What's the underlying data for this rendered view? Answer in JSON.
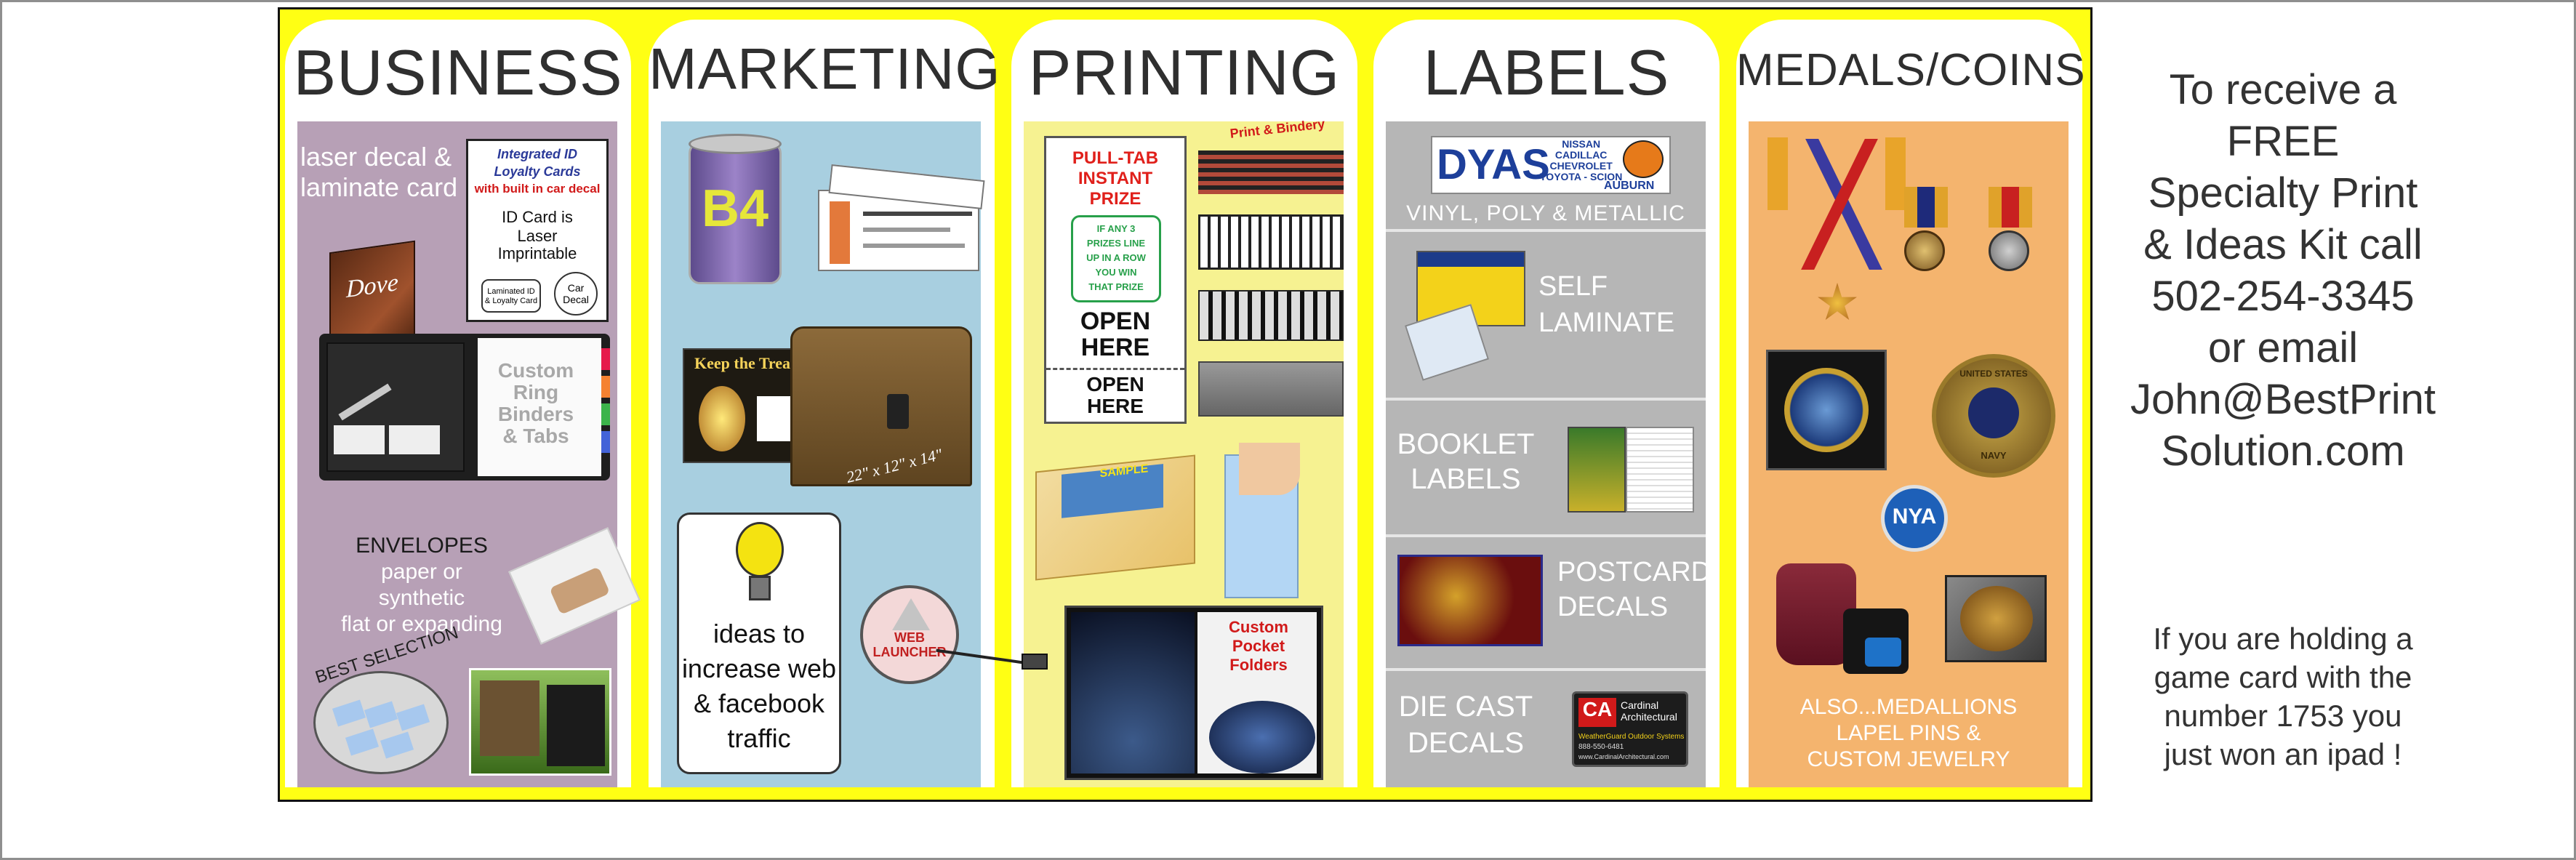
{
  "columns": [
    {
      "title": "BUSINESS"
    },
    {
      "title": "MARKETING"
    },
    {
      "title": "PRINTING"
    },
    {
      "title": "LABELS"
    },
    {
      "title": "MEDALS/COINS"
    }
  ],
  "business": {
    "laser_line1": "laser decal &",
    "laser_line2": "laminate card",
    "id_card": {
      "line1": "Integrated ID",
      "line2": "Loyalty Cards",
      "line3": "with built in car decal",
      "line4": "ID Card is",
      "line5": "Laser",
      "line6": "Imprintable",
      "chip1_line1": "Laminated ID",
      "chip1_line2": "& Loyalty Card",
      "chip2_line1": "Car",
      "chip2_line2": "Decal"
    },
    "dove_label": "Dove",
    "binder_lines": [
      "Custom",
      "Ring",
      "Binders",
      "& Tabs"
    ],
    "envelopes": [
      "ENVELOPES",
      "paper or",
      "synthetic",
      "flat or expanding"
    ],
    "best_selection": "BEST SELECTION"
  },
  "marketing": {
    "can_label": "B4",
    "box_title": "Keep the Treasure",
    "chest_dims": "22\" x 12\" x 14\"",
    "ideas_lines": [
      "ideas to",
      "increase web",
      "& facebook",
      "traffic"
    ],
    "web_launcher_line1": "WEB",
    "web_launcher_line2": "LAUNCHER"
  },
  "printing": {
    "pull_tab": {
      "line1": "PULL-TAB",
      "line2": "INSTANT",
      "line3": "PRIZE",
      "rules": [
        "IF ANY 3",
        "PRIZES LINE",
        "UP IN A ROW",
        "YOU WIN",
        "THAT PRIZE"
      ],
      "open_here_1": "OPEN",
      "open_here_2": "HERE",
      "open_here_3": "OPEN",
      "open_here_4": "HERE"
    },
    "bindery_label": "Print & Bindery",
    "sample_label": "SAMPLE",
    "folder_lines": [
      "Custom",
      "Pocket",
      "Folders"
    ]
  },
  "labels": {
    "dyas_title": "DYAS",
    "dyas_brands": [
      "NISSAN",
      "CADILLAC",
      "CHEVROLET",
      "TOYOTA - SCION"
    ],
    "dyas_city": "AUBURN",
    "vinyl": "VINYL, POLY & METALLIC",
    "self_laminate": [
      "SELF",
      "LAMINATE"
    ],
    "booklet": [
      "BOOKLET",
      "LABELS"
    ],
    "postcard": [
      "POSTCARD",
      "DECALS"
    ],
    "die_cast": [
      "DIE CAST",
      "DECALS"
    ],
    "ca_logo": "CA",
    "ca_name_1": "Cardinal",
    "ca_name_2": "Architectural",
    "ca_tag": "WeatherGuard Outdoor Systems",
    "ca_phone": "888-550-6481",
    "ca_web": "www.CardinalArchitectural.com"
  },
  "medals": {
    "nya": "NYA",
    "navy_text": "UNITED STATES",
    "navy_bottom": "NAVY",
    "also": [
      "ALSO...MEDALLIONS",
      "LAPEL PINS &",
      "CUSTOM JEWELRY"
    ]
  },
  "sidebar": {
    "promo": [
      "To receive a",
      "FREE",
      "Specialty Print",
      "& Ideas Kit call",
      "502-254-3345",
      "or email",
      "John@BestPrint",
      "Solution.com"
    ],
    "ipad": [
      "If you are holding a",
      "game card with the",
      "number 1753 you",
      "just won an ipad !"
    ]
  },
  "colors": {
    "banner": "#ffff14",
    "business_panel": "#b7a0b6",
    "marketing_panel": "#a8cfe0",
    "printing_panel": "#f6f291",
    "labels_panel": "#b6b6b6",
    "medals_panel": "#f4b46e"
  }
}
